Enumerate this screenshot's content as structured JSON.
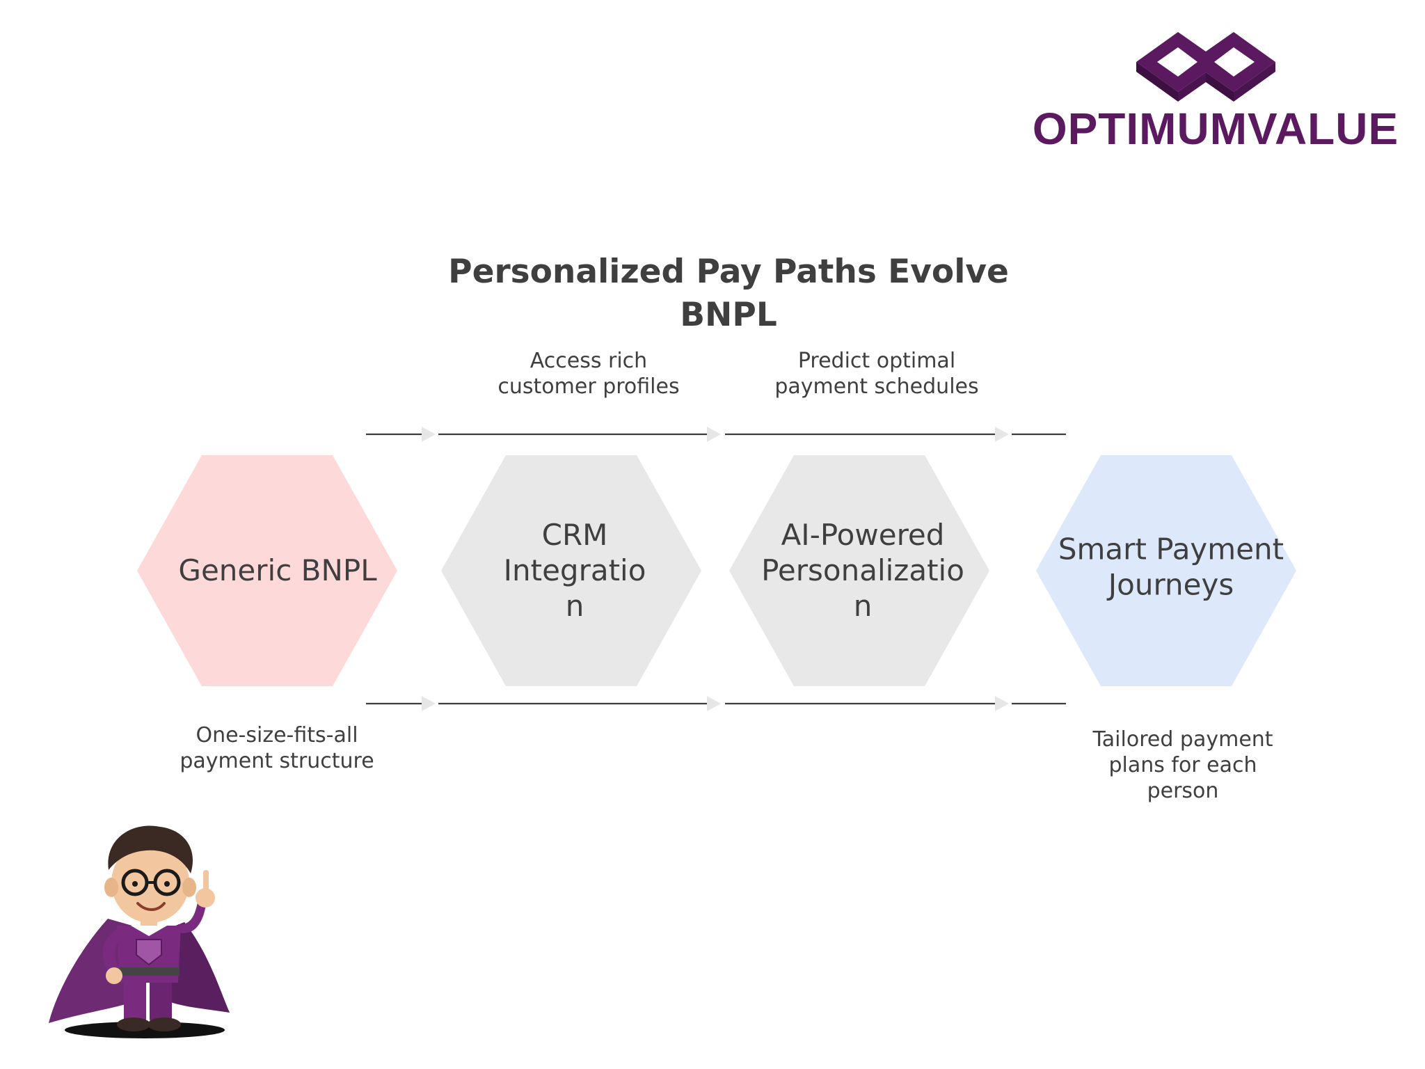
{
  "brand": {
    "name": "OPTIMUMVALUE",
    "color": "#5b1a5f"
  },
  "title": {
    "line1": "Personalized Pay Paths Evolve",
    "line2": "BNPL"
  },
  "stages": [
    {
      "lines": [
        "Generic BNPL"
      ],
      "fill": "#fdd9da",
      "note": [
        "One-size-fits-all",
        "payment structure"
      ]
    },
    {
      "lines": [
        "CRM",
        "Integratio",
        "n"
      ],
      "fill": "#e8e8e8",
      "note": [
        "Access rich",
        "customer profiles"
      ]
    },
    {
      "lines": [
        "AI-Powered",
        "Personalizatio",
        "n"
      ],
      "fill": "#e8e8e8",
      "note": [
        "Predict optimal",
        "payment schedules"
      ]
    },
    {
      "lines": [
        "Smart Payment",
        "Journeys"
      ],
      "fill": "#dde9fb",
      "note": [
        "Tailored payment",
        "plans for each",
        "person"
      ]
    }
  ],
  "colors": {
    "text": "#3f3f3f",
    "connector": "#3d3d3d",
    "arrowhead": "#e6e6e6",
    "mascot_cape": "#6e2a72",
    "mascot_suit": "#7a2b7f"
  },
  "mascot": {
    "icon": "superhero-mascot-icon"
  }
}
